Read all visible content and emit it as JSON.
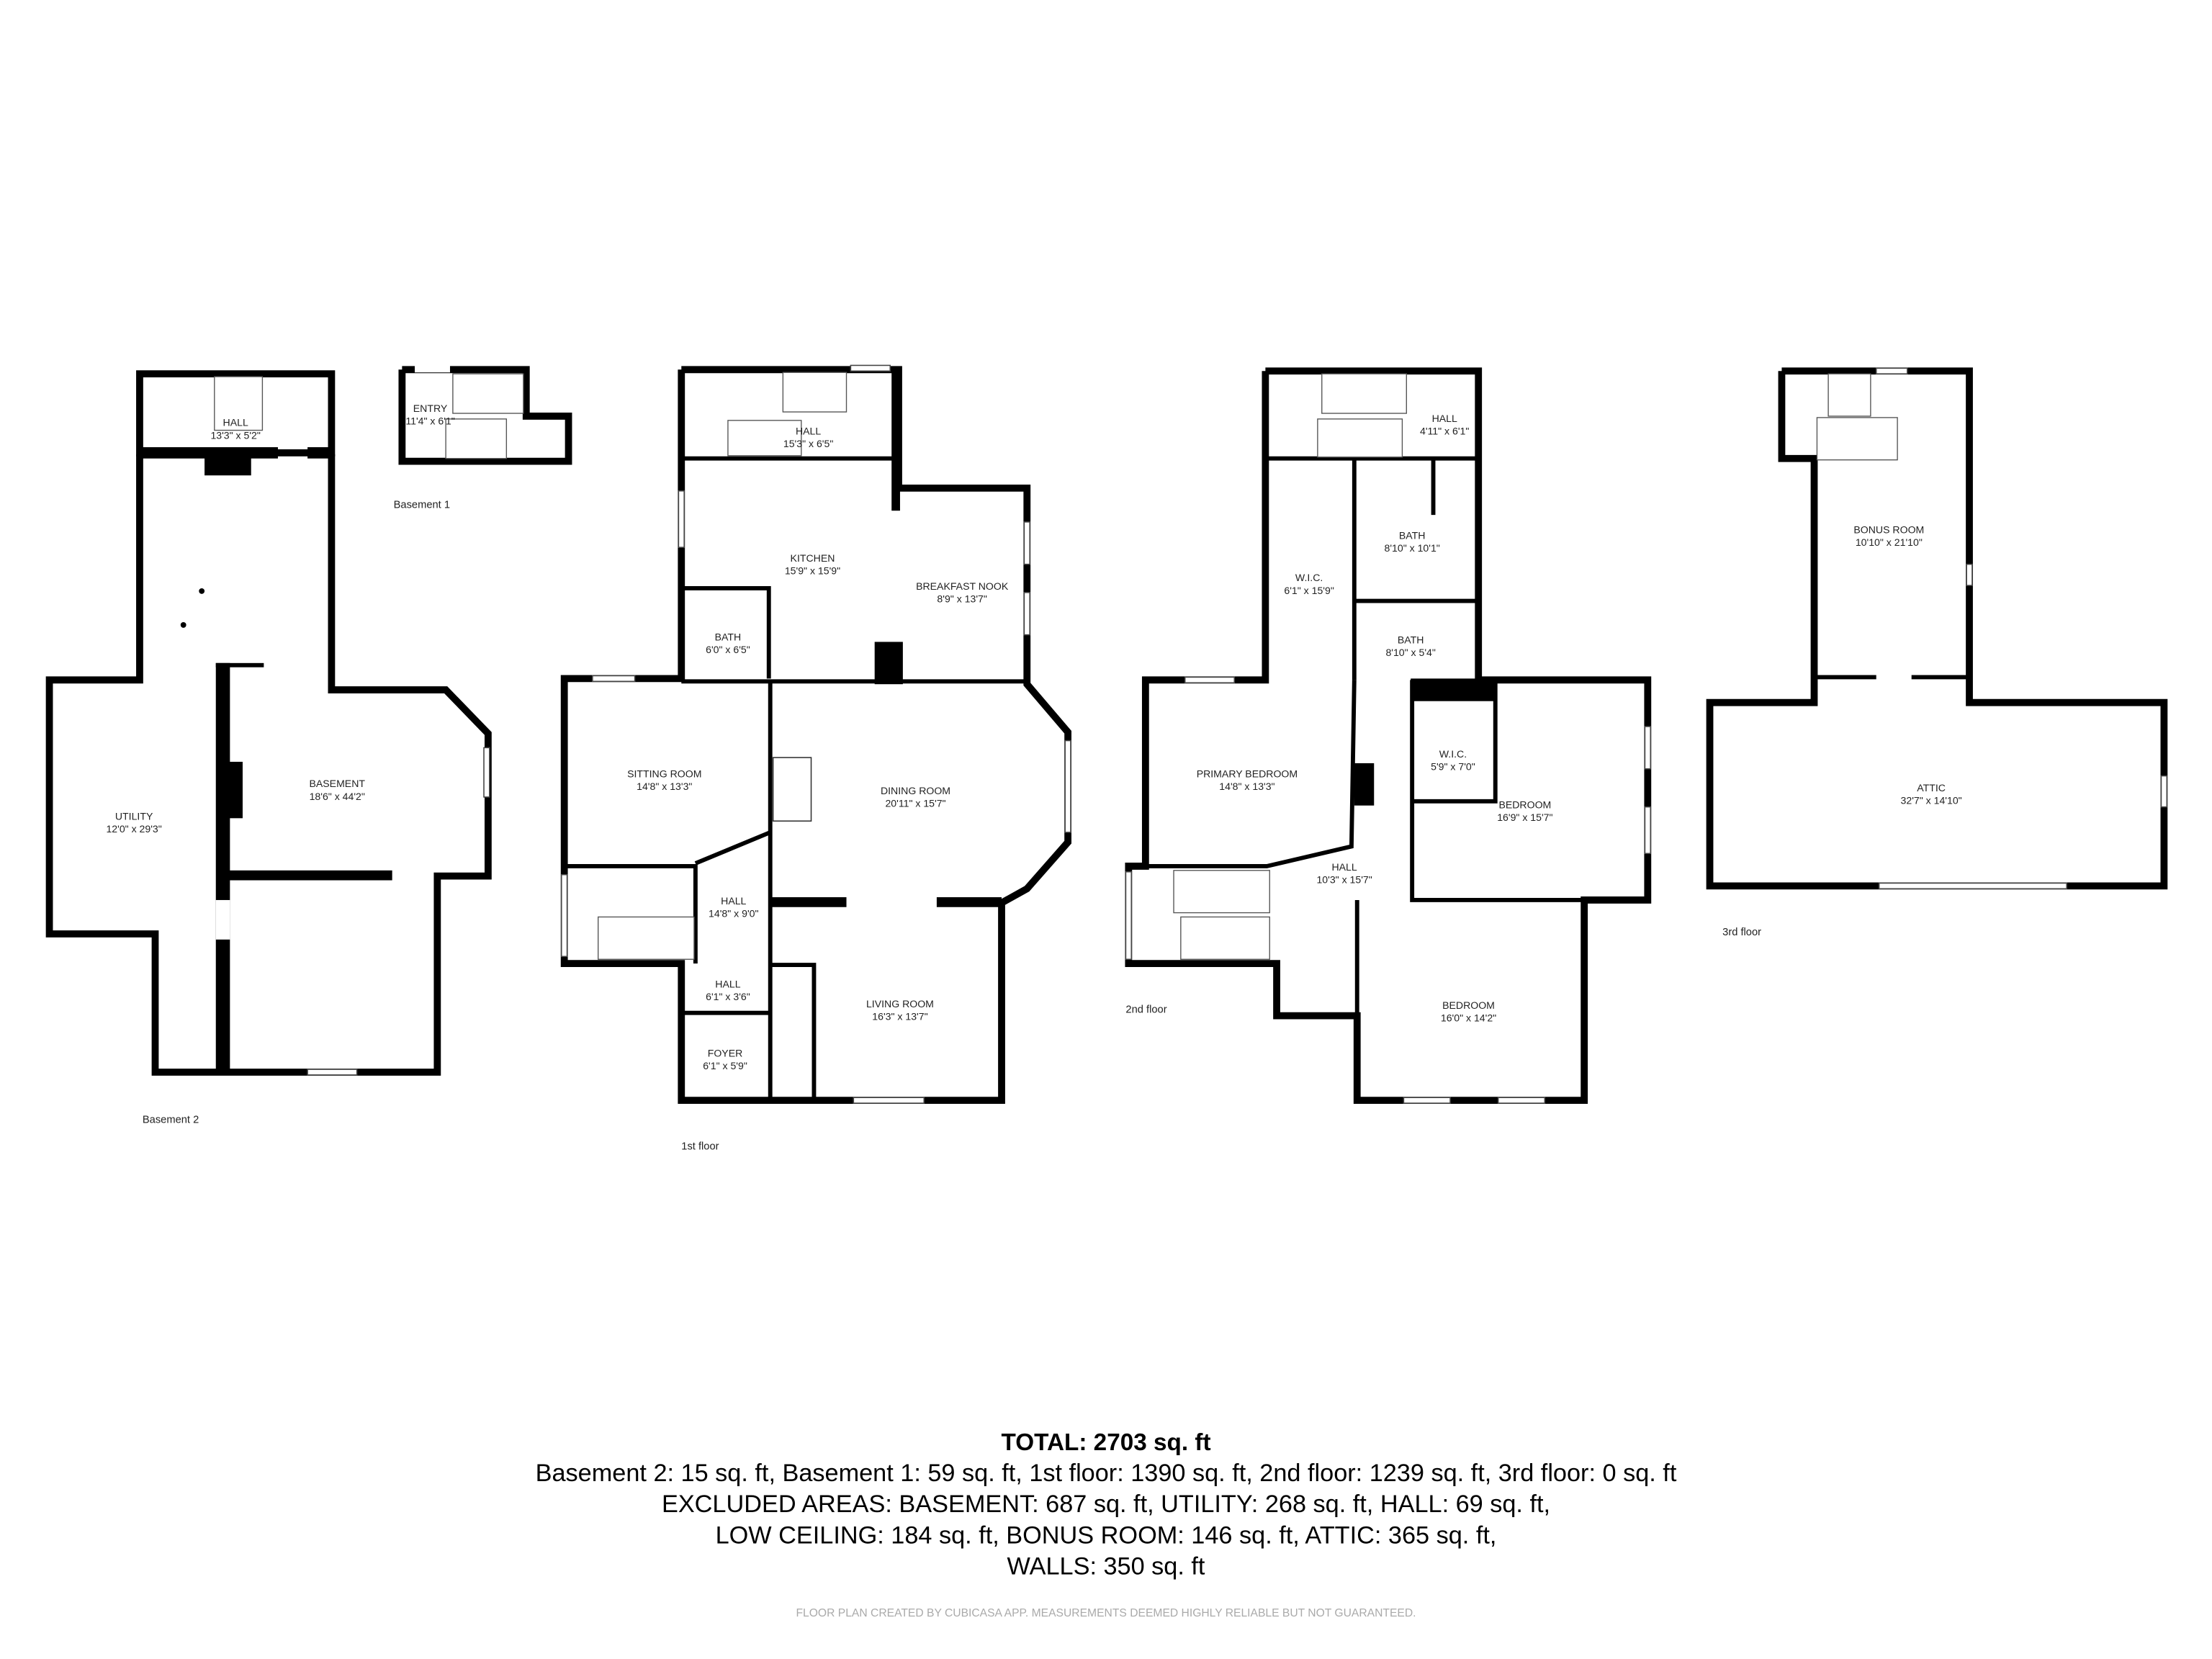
{
  "floors": {
    "basement2": {
      "label": "Basement 2",
      "rooms": [
        {
          "name": "HALL",
          "dims": "13'3\" x 5'2\""
        },
        {
          "name": "BASEMENT",
          "dims": "18'6\" x 44'2\""
        },
        {
          "name": "UTILITY",
          "dims": "12'0\" x 29'3\""
        }
      ]
    },
    "basement1": {
      "label": "Basement 1",
      "rooms": [
        {
          "name": "ENTRY",
          "dims": "11'4\" x 6'1\""
        }
      ]
    },
    "first": {
      "label": "1st floor",
      "rooms": [
        {
          "name": "HALL",
          "dims": "15'3\" x 6'5\""
        },
        {
          "name": "KITCHEN",
          "dims": "15'9\" x 15'9\""
        },
        {
          "name": "BREAKFAST NOOK",
          "dims": "8'9\" x 13'7\""
        },
        {
          "name": "BATH",
          "dims": "6'0\" x 6'5\""
        },
        {
          "name": "SITTING ROOM",
          "dims": "14'8\" x 13'3\""
        },
        {
          "name": "DINING ROOM",
          "dims": "20'11\" x 15'7\""
        },
        {
          "name": "HALL",
          "dims": "14'8\" x 9'0\""
        },
        {
          "name": "HALL",
          "dims": "6'1\" x 3'6\""
        },
        {
          "name": "FOYER",
          "dims": "6'1\" x 5'9\""
        },
        {
          "name": "LIVING ROOM",
          "dims": "16'3\" x 13'7\""
        }
      ]
    },
    "second": {
      "label": "2nd floor",
      "rooms": [
        {
          "name": "HALL",
          "dims": "4'11\" x 6'1\""
        },
        {
          "name": "BATH",
          "dims": "8'10\" x 10'1\""
        },
        {
          "name": "W.I.C.",
          "dims": "6'1\" x 15'9\""
        },
        {
          "name": "BATH",
          "dims": "8'10\" x 5'4\""
        },
        {
          "name": "PRIMARY BEDROOM",
          "dims": "14'8\" x 13'3\""
        },
        {
          "name": "W.I.C.",
          "dims": "5'9\" x 7'0\""
        },
        {
          "name": "BEDROOM",
          "dims": "16'9\" x 15'7\""
        },
        {
          "name": "HALL",
          "dims": "10'3\" x 15'7\""
        },
        {
          "name": "BEDROOM",
          "dims": "16'0\" x 14'2\""
        }
      ]
    },
    "third": {
      "label": "3rd floor",
      "rooms": [
        {
          "name": "BONUS ROOM",
          "dims": "10'10\" x 21'10\""
        },
        {
          "name": "ATTIC",
          "dims": "32'7\" x 14'10\""
        }
      ]
    }
  },
  "summary": {
    "total": "TOTAL: 2703 sq. ft",
    "line1": "Basement 2: 15 sq. ft, Basement 1: 59 sq. ft, 1st floor: 1390 sq. ft, 2nd floor: 1239 sq. ft, 3rd floor: 0 sq. ft",
    "line2": "EXCLUDED AREAS: BASEMENT: 687 sq. ft, UTILITY: 268 sq. ft, HALL: 69 sq. ft,",
    "line3": "LOW CEILING: 184 sq. ft, BONUS ROOM: 146 sq. ft, ATTIC: 365 sq. ft,",
    "line4": "WALLS: 350 sq. ft",
    "disclaimer": "FLOOR PLAN CREATED BY CUBICASA APP. MEASUREMENTS DEEMED HIGHLY RELIABLE BUT NOT GUARANTEED."
  }
}
